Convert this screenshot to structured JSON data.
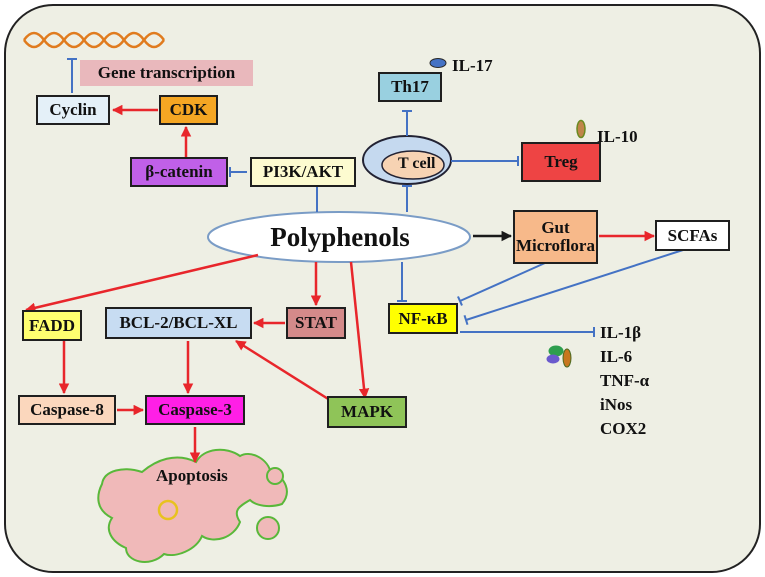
{
  "colors": {
    "background": "#eeefe4",
    "activation_arrow": "#e8262b",
    "inhibition_line": "#4472c4",
    "neutral_arrow": "#1a1a1a",
    "dna_strand": "#e07b1e"
  },
  "nodes": {
    "polyphenols": "Polyphenols",
    "gene_transcription": "Gene transcription",
    "cyclin": "Cyclin",
    "cdk": "CDK",
    "beta_catenin": "β-catenin",
    "pi3k_akt": "PI3K/AKT",
    "th17": "Th17",
    "il17": "IL-17",
    "t_cell": "T cell",
    "treg": "Treg",
    "il10": "IL-10",
    "gut_microflora_line1": "Gut",
    "gut_microflora_line2": "Microflora",
    "scfas": "SCFAs",
    "nfkb": "NF-κB",
    "fadd": "FADD",
    "bcl2": "BCL-2/BCL-XL",
    "stat": "STAT",
    "caspase8": "Caspase-8",
    "caspase3": "Caspase-3",
    "mapk": "MAPK",
    "apoptosis": "Apoptosis"
  },
  "cytokines": [
    "IL-1β",
    "IL-6",
    "TNF-α",
    "iNos",
    "COX2"
  ]
}
